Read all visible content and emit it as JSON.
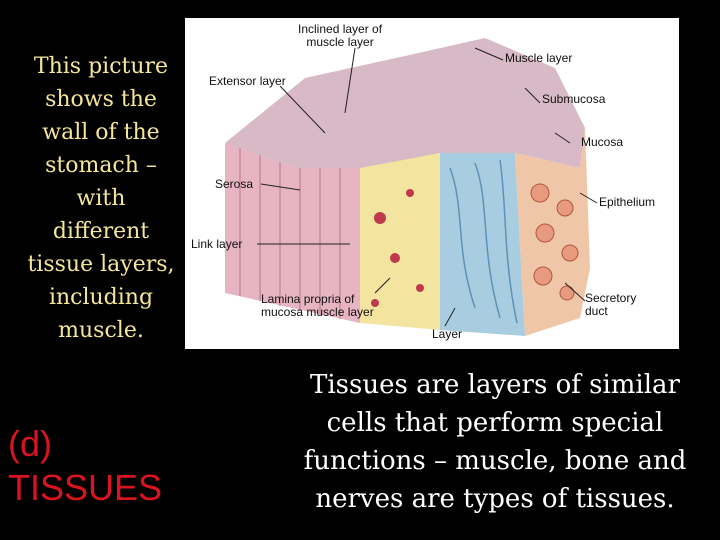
{
  "caption": {
    "lines": [
      "This picture",
      "shows the",
      "wall of the",
      "stomach –",
      "with",
      "different",
      "tissue layers,",
      "including",
      "muscle."
    ]
  },
  "heading": {
    "lines": [
      "(d)",
      "TISSUES"
    ]
  },
  "body_text": {
    "lines": [
      "Tissues  are layers of similar",
      "cells that perform special",
      "functions – muscle, bone and",
      "nerves are types of tissues."
    ]
  },
  "figure": {
    "labels": {
      "inclined_line1": "Inclined layer of",
      "inclined_line2": "muscle layer",
      "extensor": "Extensor layer",
      "muscle_layer": "Muscle layer",
      "submucosa": "Submucosa",
      "mucosa": "Mucosa",
      "serosa": "Serosa",
      "epithelium": "Epithelium",
      "link_layer": "Link layer",
      "lamina_line1": "Lamina propria of",
      "lamina_line2": "mucosa muscle layer",
      "secretory_line1": "Secretory",
      "secretory_line2": "duct",
      "layer": "Layer"
    }
  },
  "colors": {
    "background": "#000000",
    "caption": "#f5e79a",
    "heading": "#d9141e",
    "body": "#ffffff"
  }
}
